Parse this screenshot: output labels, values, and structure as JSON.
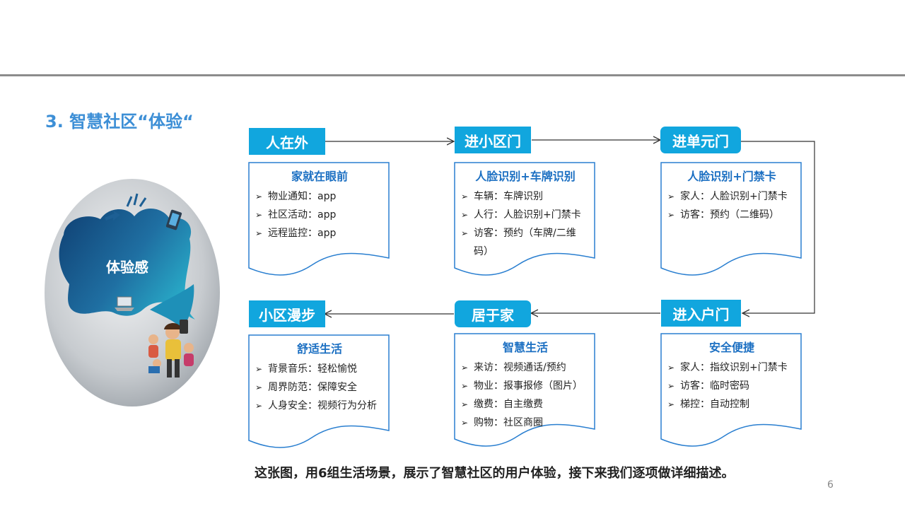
{
  "heading": "3. 智慧社区“体验“",
  "experience_label": "体验感",
  "stages": [
    {
      "label": "人在外",
      "card_title": "家就在眼前",
      "items": [
        "物业通知：app",
        "社区活动：app",
        "远程监控：app"
      ]
    },
    {
      "label": "进小区门",
      "card_title": "人脸识别+车牌识别",
      "items": [
        "车辆：车牌识别",
        "人行：人脸识别+门禁卡",
        "访客：预约（车牌/二维码）"
      ]
    },
    {
      "label": "进单元门",
      "card_title": "人脸识别+门禁卡",
      "items": [
        "家人：人脸识别+门禁卡",
        "访客：预约（二维码）"
      ]
    },
    {
      "label": "进入户门",
      "card_title": "安全便捷",
      "items": [
        "家人：指纹识别+门禁卡",
        "访客：临时密码",
        "梯控：自动控制"
      ]
    },
    {
      "label": "居于家",
      "card_title": "智慧生活",
      "items": [
        "来访：视频通话/预约",
        "物业：报事报修（图片）",
        "缴费：自主缴费",
        "购物：社区商圈"
      ]
    },
    {
      "label": "小区漫步",
      "card_title": "舒适生活",
      "items": [
        "背景音乐：轻松愉悦",
        "周界防范：保障安全",
        "人身安全：视频行为分析"
      ]
    }
  ],
  "caption": "这张图，用6组生活场景，展示了智慧社区的用户体验，接下来我们逐项做详细描述。",
  "page_number": "6",
  "colors": {
    "accent_blue": "#11a6de",
    "title_blue": "#3d8fd6",
    "card_title_blue": "#1b6fc2",
    "card_border": "#2a7fd0"
  }
}
